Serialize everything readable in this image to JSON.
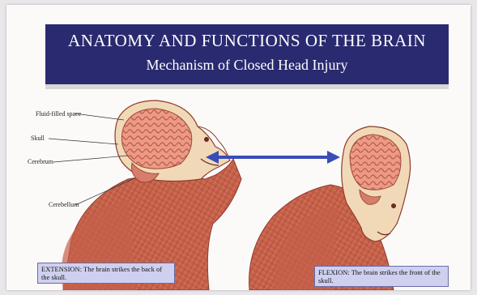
{
  "title": {
    "main": "ANATOMY AND FUNCTIONS OF THE BRAIN",
    "sub": "Mechanism of Closed Head Injury"
  },
  "labels": {
    "fluid": "Fluid-filled space",
    "skull": "Skull",
    "cerebrum": "Cerebrum",
    "cerebellum": "Cerebellum"
  },
  "captions": {
    "extension": "EXTENSION: The brain strikes the back of the skull.",
    "flexion": "FLEXION: The brain strikes the front of the skull."
  },
  "colors": {
    "title_band": "#2a2a70",
    "arrow": "#3a4cb8",
    "muscle": "#c8624b",
    "brain": "#e98a76",
    "caption_bg": "#cfd0ef"
  }
}
